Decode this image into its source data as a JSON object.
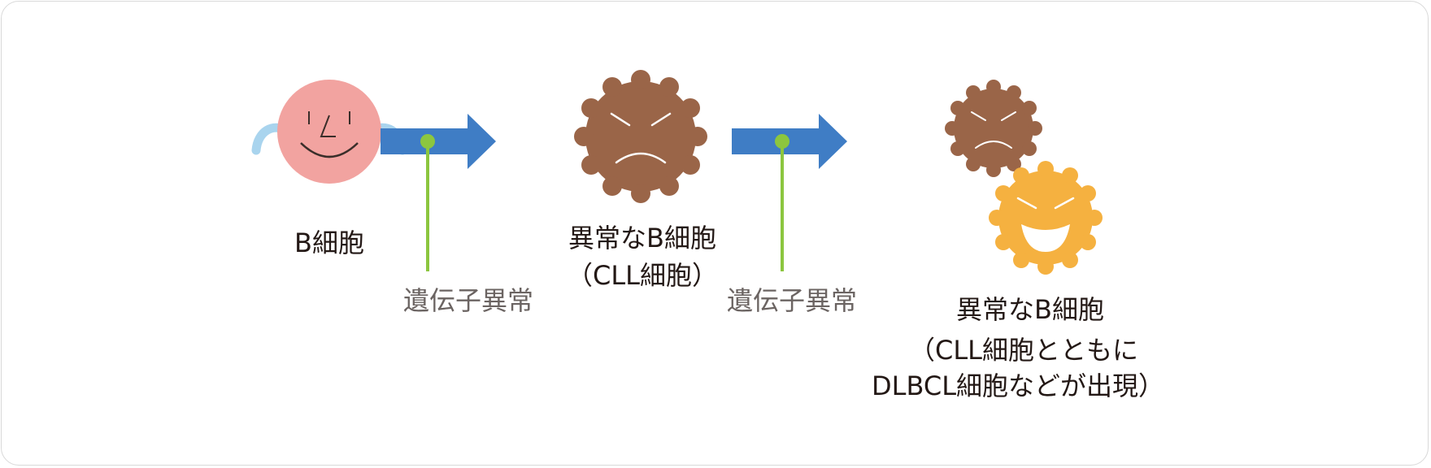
{
  "normal_cell": {
    "label": "B細胞",
    "body_color": "#f2a3a0",
    "arm_color": "#a9d4ee"
  },
  "step1": {
    "gene_label": "遺伝子異常",
    "arrow_color": "#3f7dc5",
    "marker_color": "#8cc63f"
  },
  "cll_cell": {
    "label_line1": "異常なB細胞",
    "label_line2": "（CLL細胞）",
    "color": "#9a6548"
  },
  "step2": {
    "gene_label": "遺伝子異常",
    "arrow_color": "#3f7dc5",
    "marker_color": "#8cc63f"
  },
  "transformed_cells": {
    "label_line1": "異常なB細胞",
    "label_line2": "（CLL細胞とともに",
    "label_line3": "DLBCL細胞などが出現）",
    "cll_color": "#9a6548",
    "dlbcl_color": "#f5b140"
  }
}
